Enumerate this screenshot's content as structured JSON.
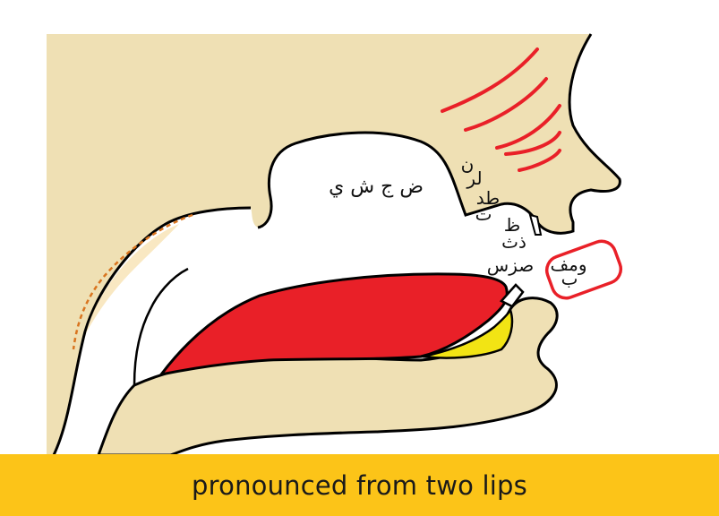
{
  "caption": "pronounced from two lips",
  "labels": {
    "palate": "ض ج ش ي",
    "alveolar_1": "ن",
    "alveolar_2": "لر",
    "alveolar_3": "طد",
    "alveolar_4": "ت",
    "dental_1": "ظ",
    "dental_2": "ذث",
    "sibilants": "صزس",
    "labial_1": "ومف",
    "labial_2": "ب"
  },
  "colors": {
    "skin": "#efe0b4",
    "tongue": "#e92028",
    "highlight_lips": "#e92028",
    "caption_bar": "#fcc418",
    "tooth_root": "#f2e414",
    "outline": "#000000"
  }
}
